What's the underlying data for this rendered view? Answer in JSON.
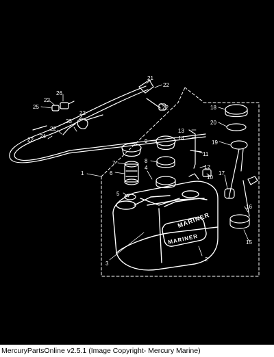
{
  "diagram": {
    "callouts": [
      "1",
      "2",
      "3",
      "4",
      "5",
      "6",
      "7",
      "8",
      "9",
      "10",
      "11",
      "12",
      "13",
      "14",
      "15",
      "16",
      "17",
      "18",
      "19",
      "20",
      "21",
      "22",
      "23",
      "24",
      "25",
      "26"
    ],
    "brand_marks": {
      "tank_side": "MARINER",
      "tank_top": "MARINER"
    }
  },
  "footer": {
    "text": "MercuryPartsOnline v2.5.1 (Image Copyright- Mercury Marine)"
  },
  "colors": {
    "background": "#000000",
    "lines": "#ffffff",
    "footer_bg": "#ffffff",
    "footer_text": "#000000"
  }
}
